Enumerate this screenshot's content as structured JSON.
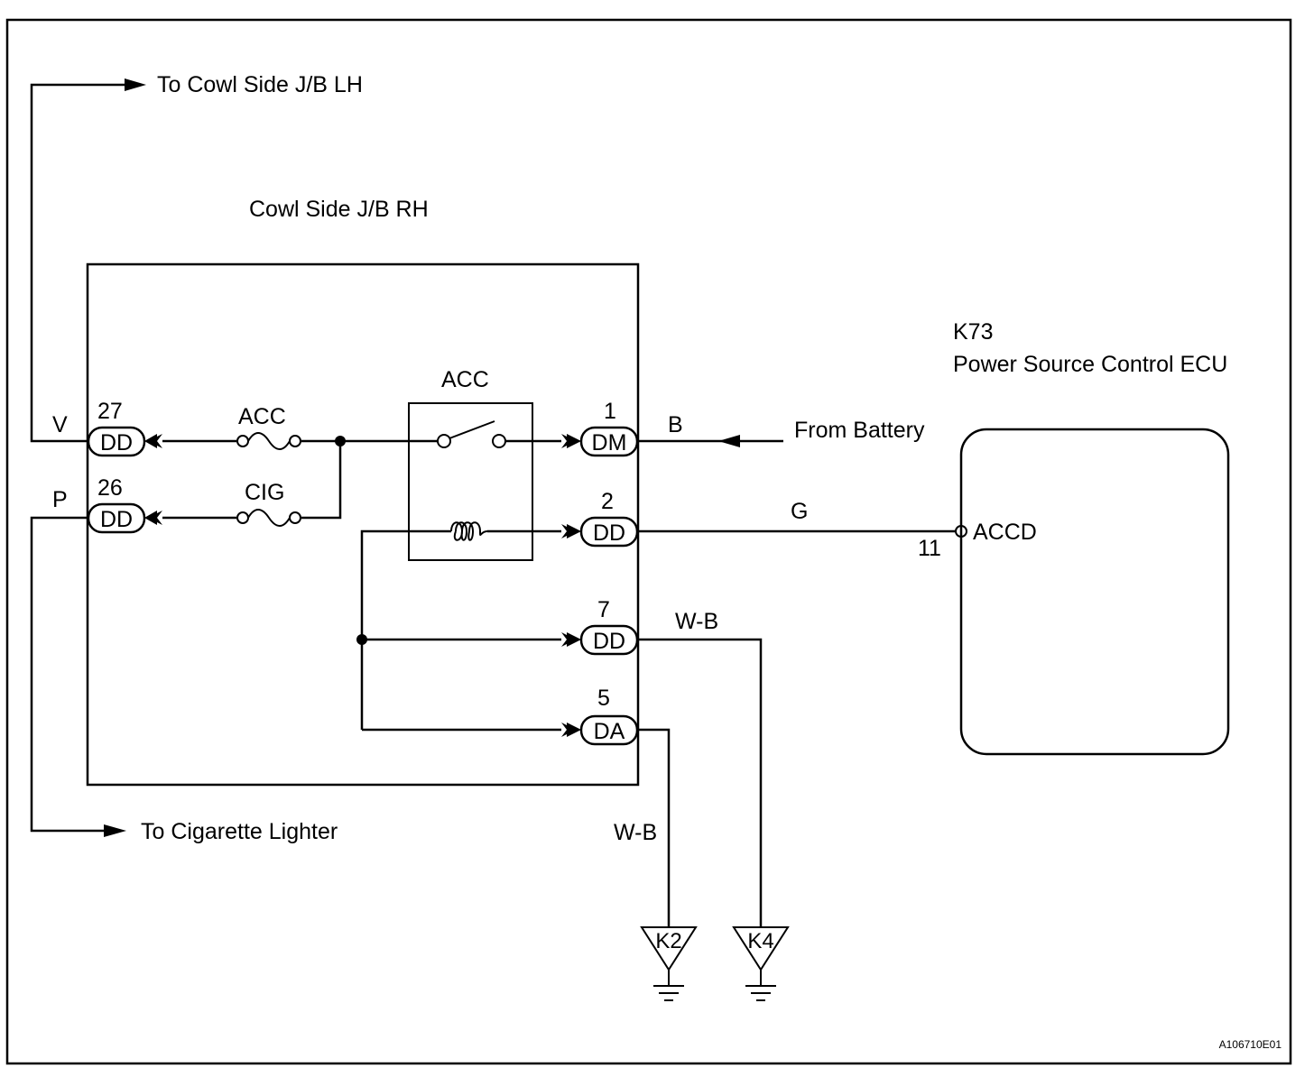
{
  "labels": {
    "to_cowl_lh": "To Cowl Side J/B LH",
    "cowl_rh": "Cowl Side J/B RH",
    "to_cigarette": "To Cigarette Lighter",
    "from_battery": "From Battery",
    "relay_name": "ACC",
    "fuse_acc": "ACC",
    "fuse_cig": "CIG",
    "ecu_code": "K73",
    "ecu_name": "Power Source Control ECU",
    "ecu_pin_name": "ACCD",
    "ecu_pin_num": "11",
    "doc_id": "A106710E01"
  },
  "wire_colors": {
    "v": "V",
    "p": "P",
    "b": "B",
    "g": "G",
    "wb_upper": "W-B",
    "wb_lower": "W-B"
  },
  "connectors": [
    {
      "id": "c27",
      "pin": "27",
      "code": "DD"
    },
    {
      "id": "c26",
      "pin": "26",
      "code": "DD"
    },
    {
      "id": "c1",
      "pin": "1",
      "code": "DM"
    },
    {
      "id": "c2",
      "pin": "2",
      "code": "DD"
    },
    {
      "id": "c7",
      "pin": "7",
      "code": "DD"
    },
    {
      "id": "c5",
      "pin": "5",
      "code": "DA"
    }
  ],
  "grounds": [
    {
      "id": "k2",
      "code": "K2"
    },
    {
      "id": "k4",
      "code": "K4"
    }
  ]
}
